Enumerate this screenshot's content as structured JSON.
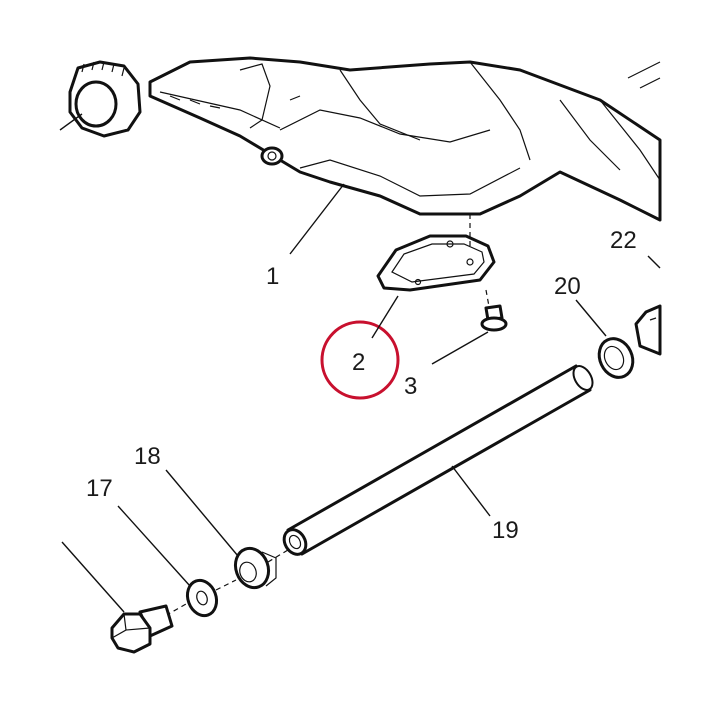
{
  "diagram": {
    "callouts": {
      "c1": "1",
      "c2": "2",
      "c3": "3",
      "c17": "17",
      "c18": "18",
      "c19": "19",
      "c20": "20",
      "c22": "22"
    },
    "highlight_color": "#c8102e",
    "line_color": "#111111"
  }
}
